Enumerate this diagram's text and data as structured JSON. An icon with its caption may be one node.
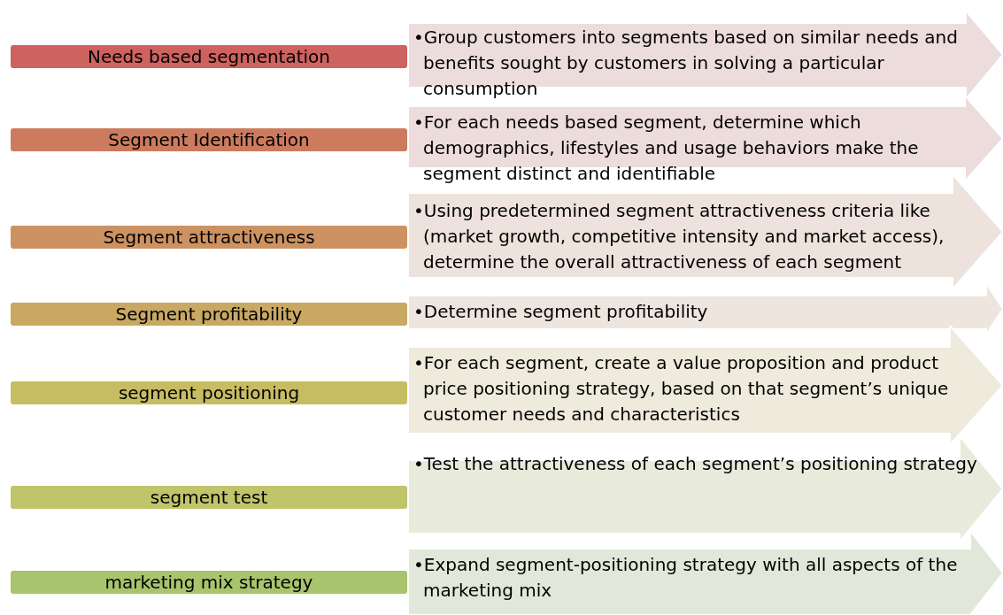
{
  "diagram": {
    "nodes": [
      {
        "text": [
          "Needs based segmentation"
        ]
      },
      {
        "text": [
          "•Group customers into segments based on similar needs and benefits sought by customers in solving a particular consumption"
        ]
      },
      {
        "text": [
          "Segment Identification"
        ]
      },
      {
        "text": [
          "•For each needs based segment, determine which demographics, lifestyles and usage behaviors make the segment distinct and identifiable"
        ]
      },
      {
        "text": [
          "Segment attractiveness"
        ]
      },
      {
        "text": [
          "•Using predetermined segment attractiveness criteria like (market growth, competitive intensity and market access), determine the overall attractiveness of each segment"
        ]
      },
      {
        "text": [
          "Segment profitability"
        ]
      },
      {
        "text": [
          "•Determine segment profitability"
        ]
      },
      {
        "text": [
          "segment positioning"
        ]
      },
      {
        "text": [
          "•For each segment, create a value proposition and product price positioning strategy, based on that segment’s unique customer needs and characteristics"
        ]
      },
      {
        "text": [
          "segment test"
        ]
      },
      {
        "text": [
          "•Test the attractiveness of each segment’s positioning strategy"
        ]
      },
      {
        "text": [
          "marketing mix strategy"
        ]
      },
      {
        "text": [
          "•Expand segment-positioning strategy with all aspects of the marketing mix"
        ]
      }
    ]
  }
}
